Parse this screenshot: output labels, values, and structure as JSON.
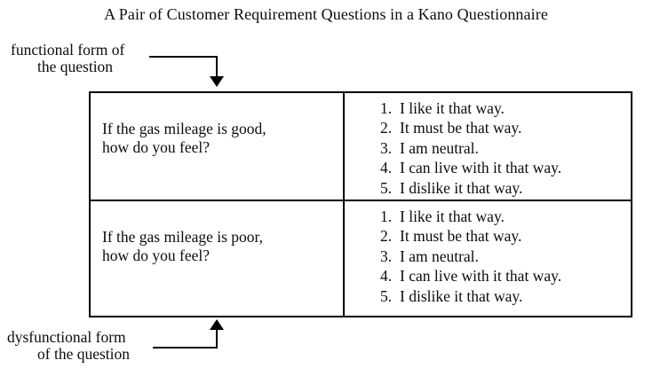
{
  "title": "A Pair of Customer Requirement Questions in a Kano Questionnaire",
  "labels": {
    "functional": {
      "line1": "functional form of",
      "line2": "the question"
    },
    "dysfunctional": {
      "line1": "dysfunctional form",
      "line2": "of the question"
    }
  },
  "table": {
    "rows": [
      {
        "question": "If the gas mileage is good,\nhow do you feel?",
        "options": [
          {
            "num": "1.",
            "text": "I like it that way."
          },
          {
            "num": "2.",
            "text": "It must be that way."
          },
          {
            "num": "3.",
            "text": "I am neutral."
          },
          {
            "num": "4.",
            "text": "I can live with it that way."
          },
          {
            "num": "5.",
            "text": "I dislike it that way."
          }
        ]
      },
      {
        "question": "If the gas mileage is poor,\nhow do you feel?",
        "options": [
          {
            "num": "1.",
            "text": "I like it that way."
          },
          {
            "num": "2.",
            "text": "It must be that way."
          },
          {
            "num": "3.",
            "text": "I am neutral."
          },
          {
            "num": "4.",
            "text": "I can live with it that way."
          },
          {
            "num": "5.",
            "text": "I dislike it that way."
          }
        ]
      }
    ]
  },
  "colors": {
    "ink": "#0d0d0d",
    "border": "#000000",
    "background": "#ffffff"
  }
}
